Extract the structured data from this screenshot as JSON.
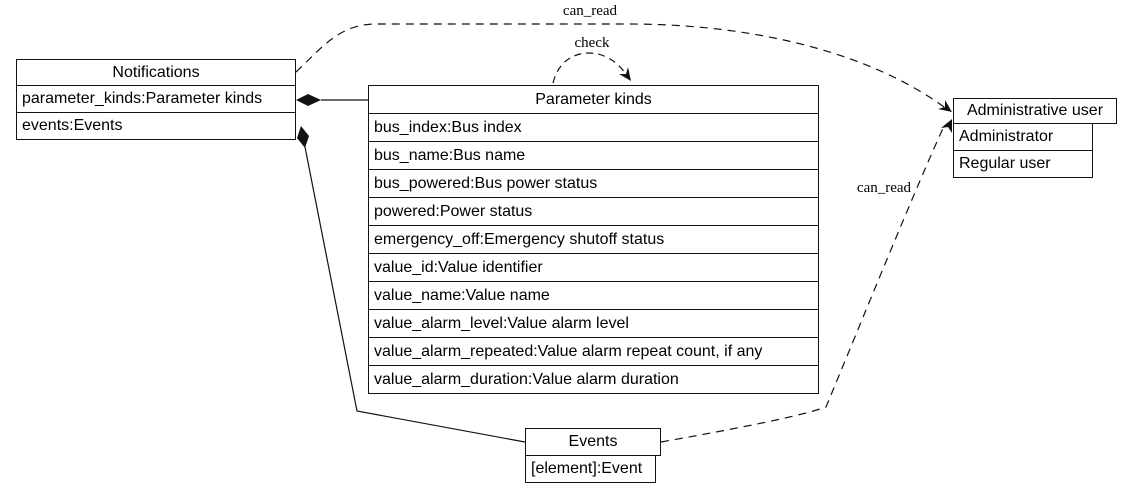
{
  "diagram": {
    "background": "#ffffff",
    "line_color": "#121212",
    "text_color": "#000000",
    "nodes": {
      "notifications": {
        "title": "Notifications",
        "fields": [
          "parameter_kinds:Parameter kinds",
          "events:Events"
        ]
      },
      "parameter_kinds": {
        "title": "Parameter kinds",
        "fields": [
          "bus_index:Bus index",
          "bus_name:Bus name",
          "bus_powered:Bus power status",
          "powered:Power status",
          "emergency_off:Emergency shutoff status",
          "value_id:Value identifier",
          "value_name:Value name",
          "value_alarm_level:Value alarm level",
          "value_alarm_repeated:Value alarm repeat count, if any",
          "value_alarm_duration:Value alarm duration"
        ]
      },
      "administrative_user": {
        "title": "Administrative user",
        "fields": [
          "Administrator",
          "Regular user"
        ]
      },
      "events": {
        "title": "Events",
        "fields": [
          "[element]:Event"
        ]
      }
    },
    "edge_labels": {
      "can_read_top": "can_read",
      "check": "check",
      "can_read_right": "can_read"
    }
  }
}
